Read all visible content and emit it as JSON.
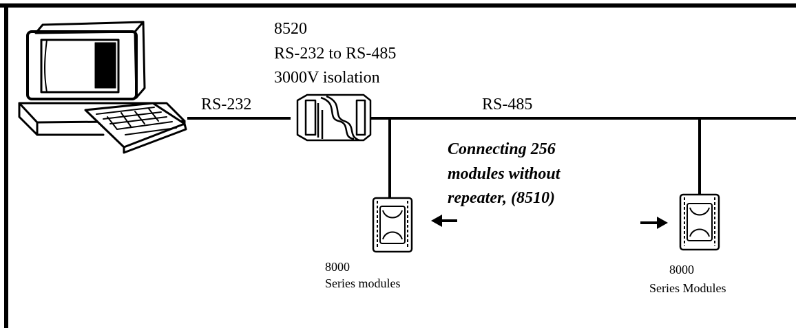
{
  "converter": {
    "model": "8520",
    "description": "RS-232 to RS-485",
    "isolation": "3000V isolation"
  },
  "links": {
    "pc_side": "RS-232",
    "bus": "RS-485"
  },
  "note": {
    "line1": "Connecting 256",
    "line2": "modules without",
    "line3": "repeater, (8510)"
  },
  "modules": [
    {
      "model": "8000",
      "caption": "Series modules"
    },
    {
      "model": "8000",
      "caption": "Series Modules"
    }
  ],
  "icons": [
    "computer-icon",
    "converter-8520-icon",
    "module-icon",
    "module-icon",
    "arrow-left-icon",
    "arrow-right-icon"
  ]
}
